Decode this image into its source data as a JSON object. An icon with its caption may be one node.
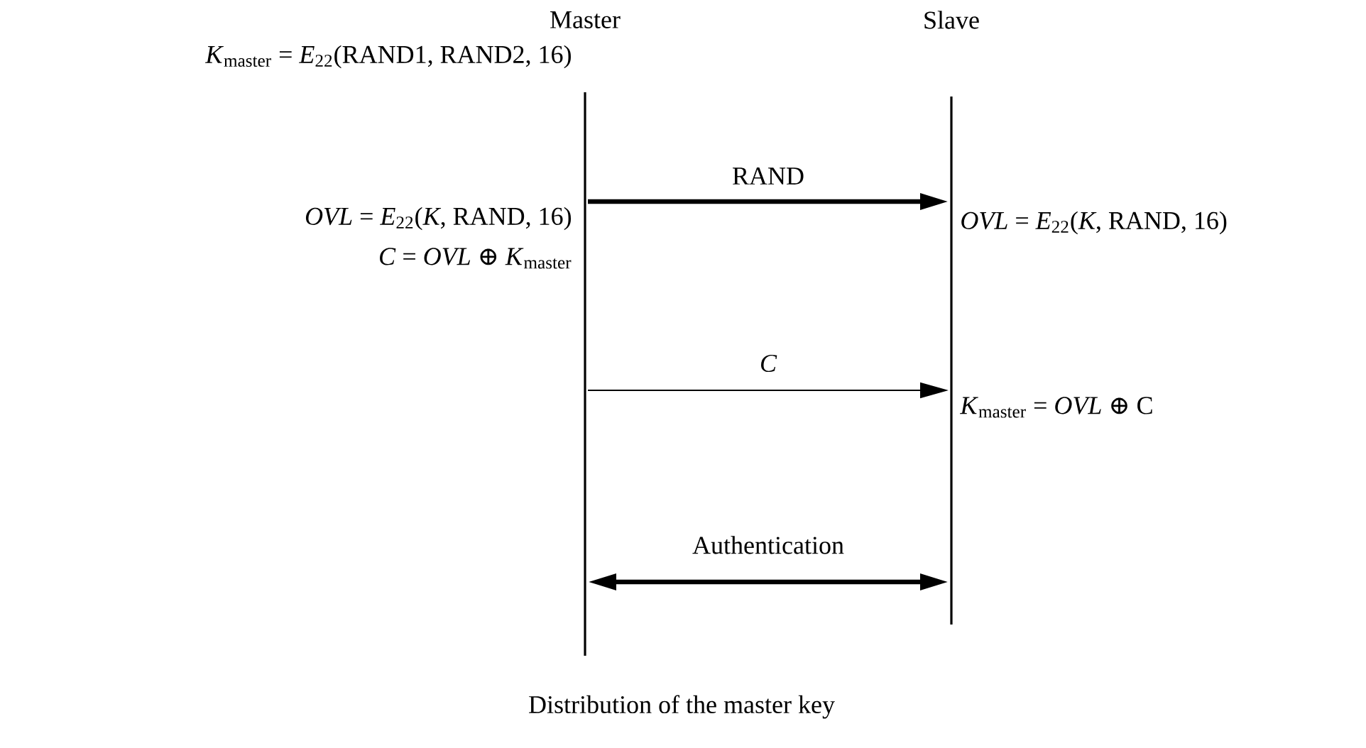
{
  "diagram": {
    "caption": "Distribution of the master key",
    "nodes": [
      {
        "text": [
          "Master"
        ]
      },
      {
        "text": [
          "Slave"
        ]
      }
    ],
    "edges": [
      {
        "from": 0,
        "to": 1,
        "arrow": "to",
        "label": "RAND"
      },
      {
        "from": 0,
        "to": 1,
        "arrow": "to",
        "label": "C"
      },
      {
        "from": 0,
        "to": 1,
        "arrow": "both",
        "label": "Authentication"
      }
    ],
    "labels": [
      "*K*$_{master}$ = *E*$_{22}$(RAND1, RAND2, 16)",
      "*OVL* = *E*$_{22}$(*K*, RAND, 16)",
      "*C* = *OVL* ⊕ *K*$_{master}$",
      "*OVL* = *E*$_{22}$(*K*, RAND, 16)",
      "*K*$_{master}$ = *OVL* ⊕ C"
    ]
  }
}
